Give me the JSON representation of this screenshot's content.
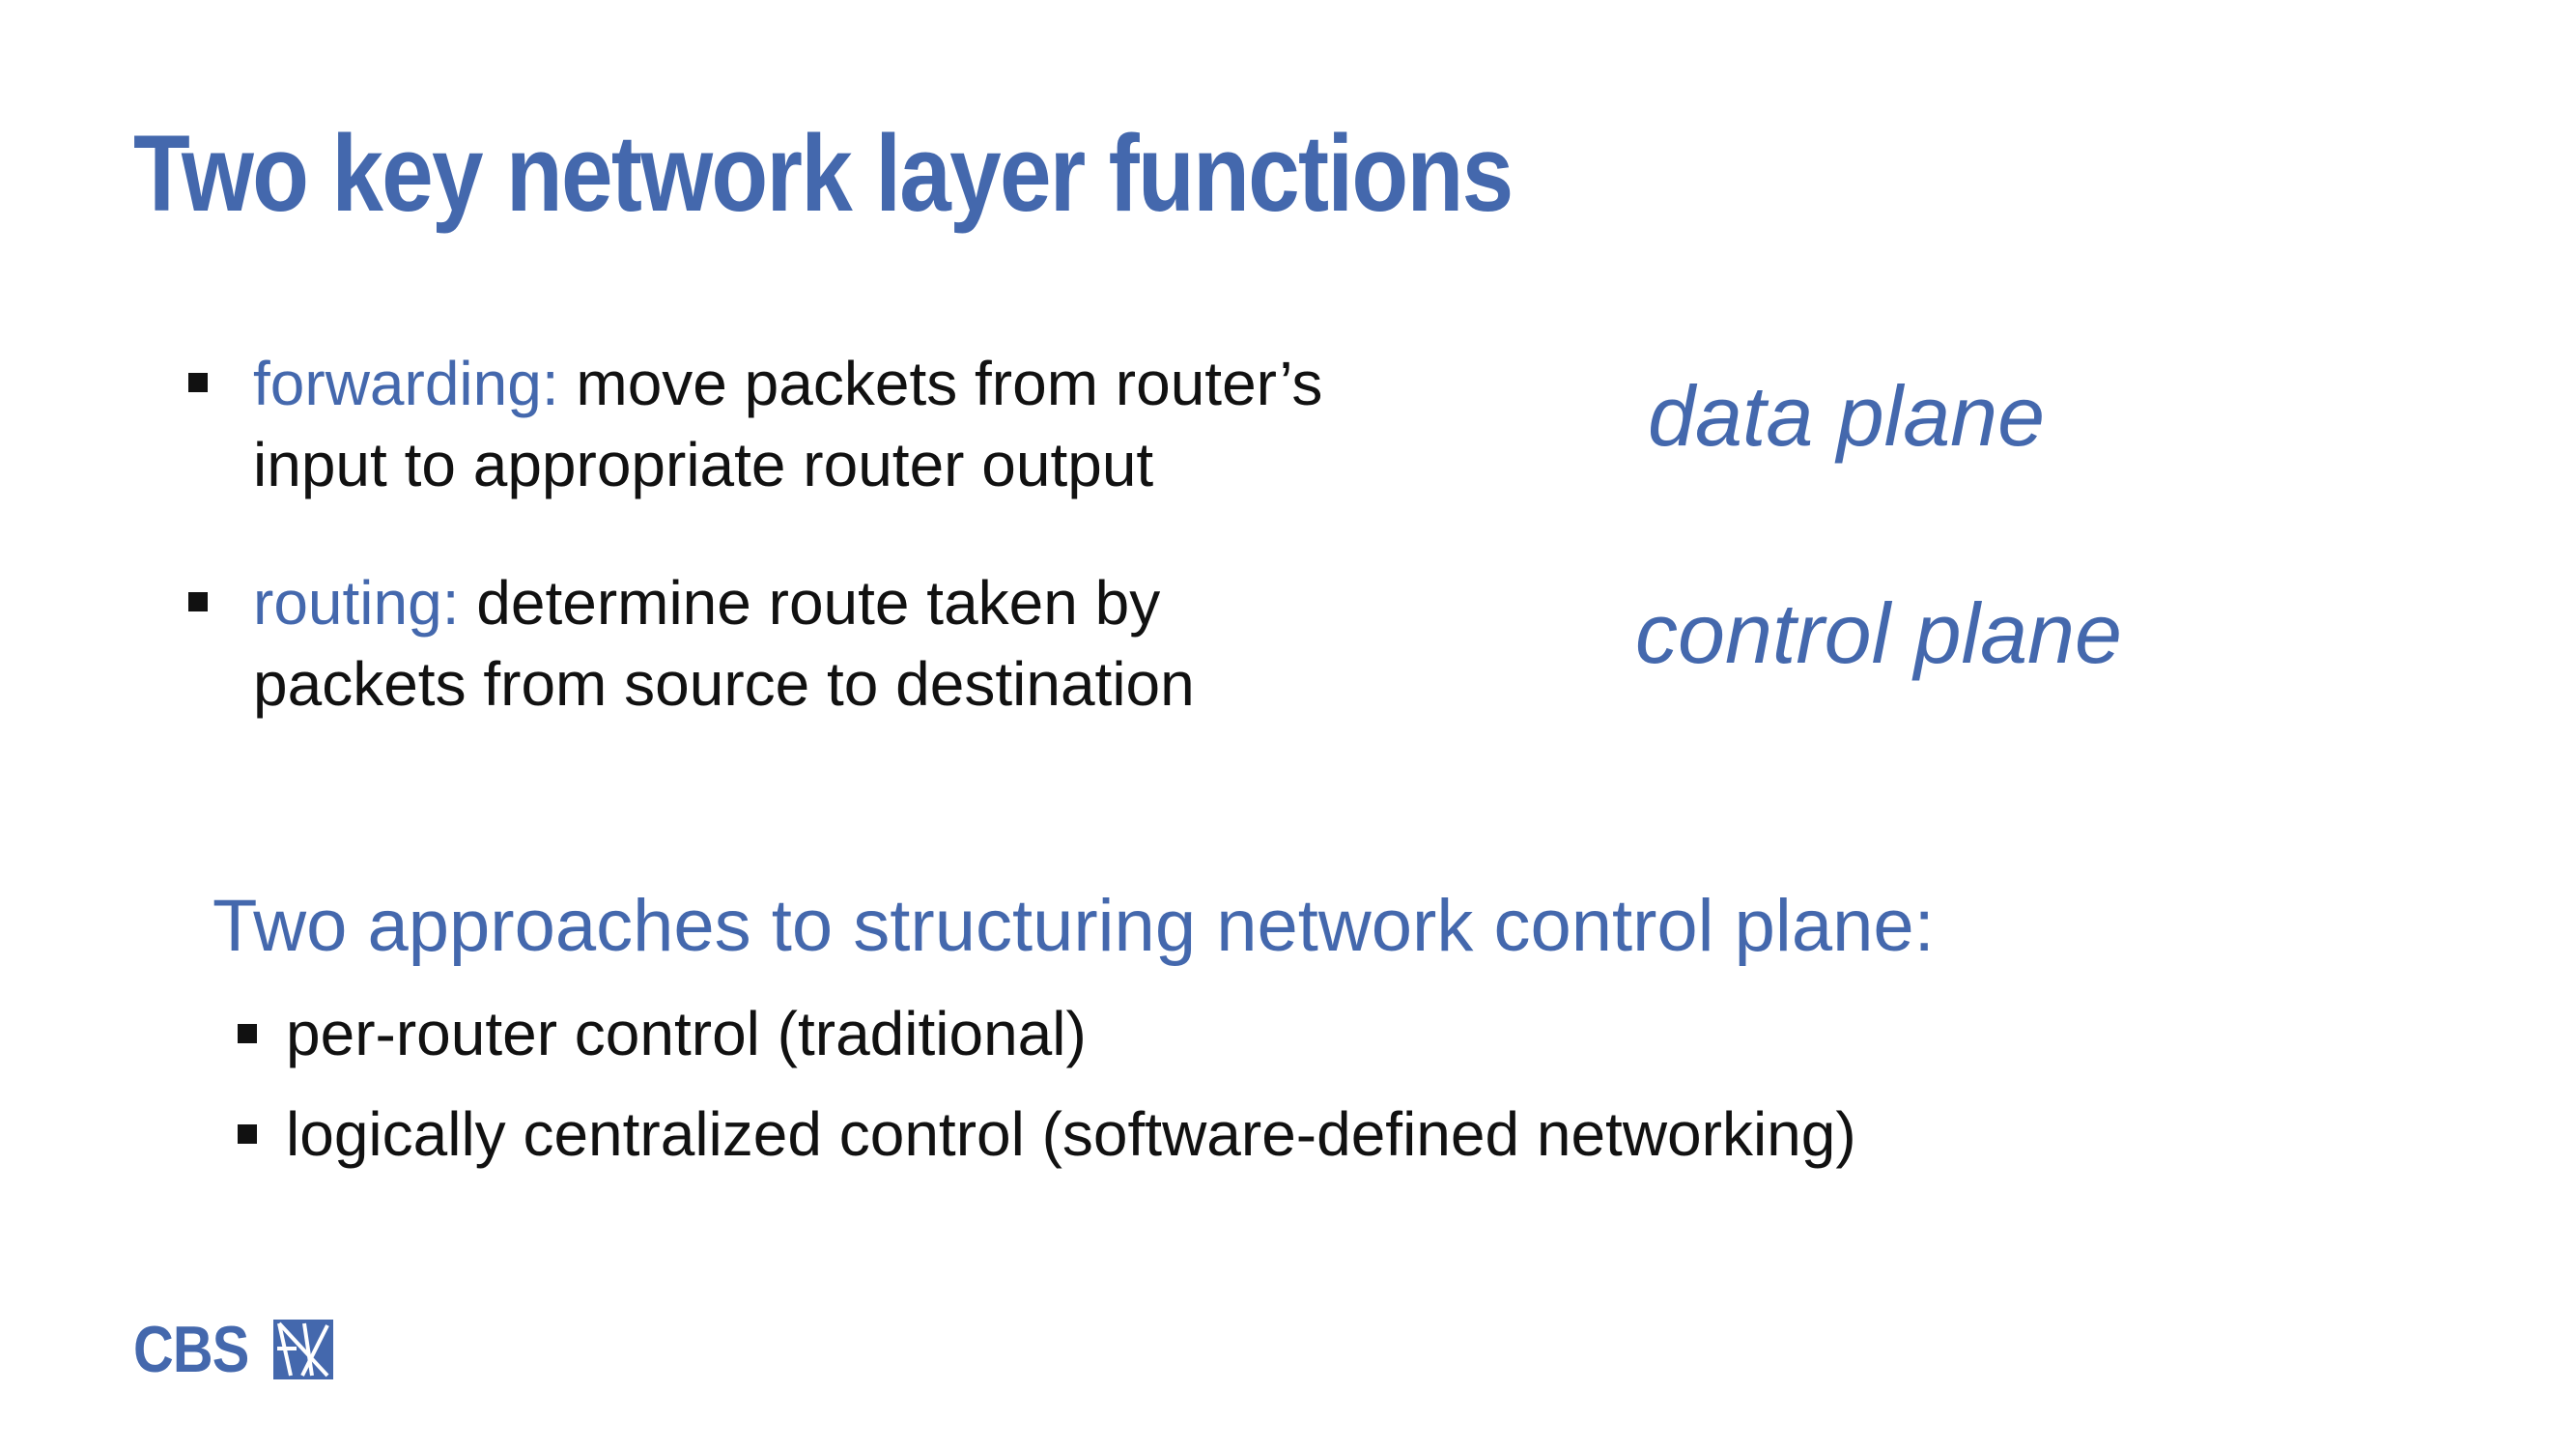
{
  "slide": {
    "title": "Two key network layer functions",
    "bullets": [
      {
        "keyword": "forwarding:",
        "line1_rest": " move packets from router’s",
        "line2": "input to appropriate router output",
        "plane": "data plane"
      },
      {
        "keyword": "routing:",
        "line1_rest": " determine route taken by",
        "line2": "packets from source to destination",
        "plane": "control plane"
      }
    ],
    "approaches": {
      "heading": "Two approaches to structuring network control plane:",
      "items": [
        "per-router control (traditional)",
        "logically centralized control (software-defined networking)"
      ]
    },
    "logo": {
      "text": "CBS",
      "icon": "cbs-logo-mark-icon",
      "color": "#4468ad"
    }
  },
  "colors": {
    "accent": "#4468ad",
    "text": "#111111",
    "background": "#ffffff"
  }
}
